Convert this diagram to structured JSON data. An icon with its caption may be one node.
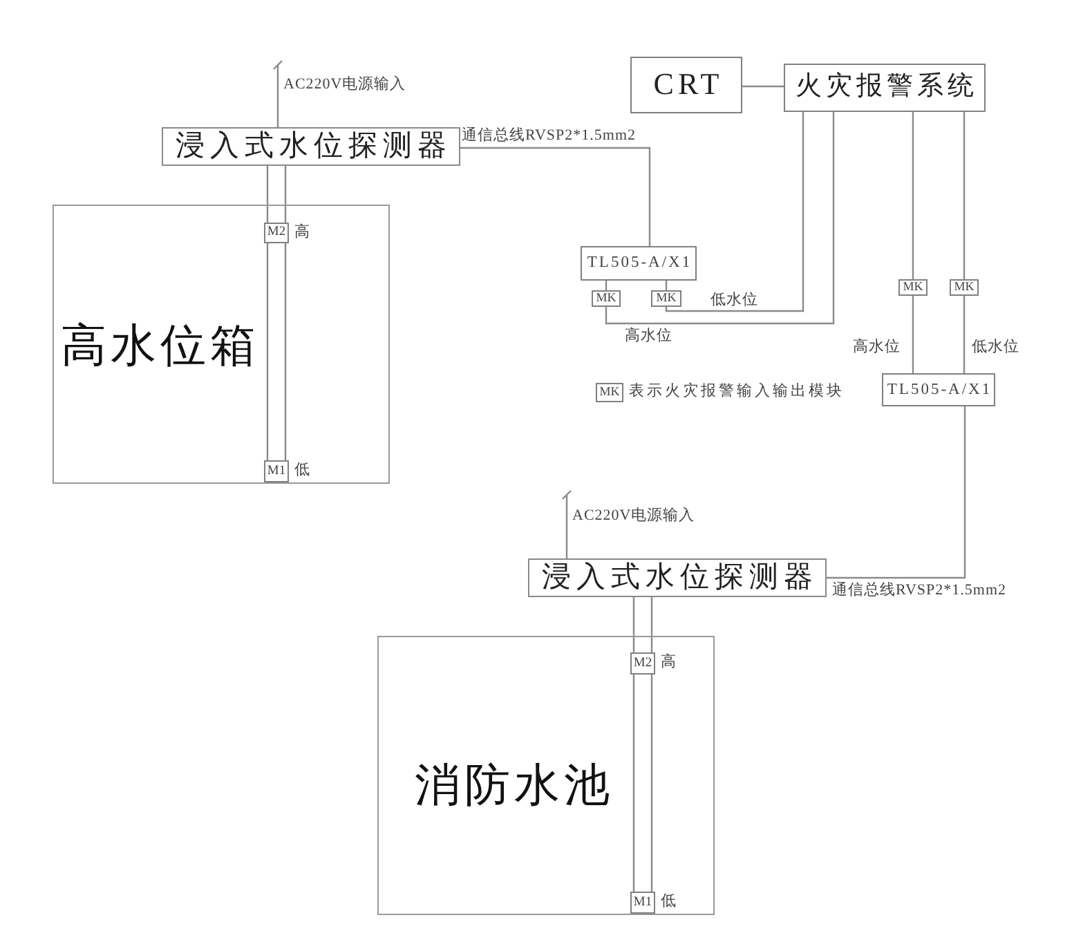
{
  "diagram": {
    "nodes": [
      {
        "text": [
          "CRT"
        ]
      },
      {
        "text": [
          "火灾报警系统"
        ]
      },
      {
        "text": [
          "浸入式水位探测器"
        ]
      },
      {
        "text": [
          "高水位箱"
        ]
      },
      {
        "text": [
          "M2"
        ],
        "in": 3,
        "beside": [
          "高"
        ]
      },
      {
        "text": [
          "M1"
        ],
        "in": 3,
        "beside": [
          "低"
        ]
      },
      {
        "text": [
          "TL505-A/X1"
        ]
      },
      {
        "text": [
          "MK"
        ]
      },
      {
        "text": [
          "MK"
        ]
      },
      {
        "text": [
          "MK"
        ]
      },
      {
        "text": [
          "MK"
        ]
      },
      {
        "text": [
          "TL505-A/X1"
        ]
      },
      {
        "text": [
          "MK"
        ],
        "beside": [
          "表示火灾报警输入输出模块"
        ]
      },
      {
        "text": [
          "浸入式水位探测器"
        ]
      },
      {
        "text": [
          "消防水池"
        ]
      },
      {
        "text": [
          "M2"
        ],
        "in": 14,
        "beside": [
          "高"
        ]
      },
      {
        "text": [
          "M1"
        ],
        "in": 14,
        "beside": [
          "低"
        ]
      }
    ],
    "edges": [
      {
        "from": 0,
        "to": 1,
        "arrow": "none"
      },
      {
        "from": null,
        "to": 2,
        "arrow": "none",
        "label": "AC220V电源输入"
      },
      {
        "from": 2,
        "to": 6,
        "arrow": "none",
        "label": "通信总线RVSP2*1.5mm2"
      },
      {
        "from": 2,
        "to": 4,
        "arrow": "none"
      },
      {
        "from": 4,
        "to": 5,
        "arrow": "none"
      },
      {
        "from": 6,
        "to": 7,
        "arrow": "none"
      },
      {
        "from": 6,
        "to": 8,
        "arrow": "none"
      },
      {
        "from": 8,
        "to": 1,
        "arrow": "none",
        "label": "低水位"
      },
      {
        "from": 7,
        "to": 1,
        "arrow": "none",
        "label": "高水位"
      },
      {
        "from": 1,
        "to": 9,
        "arrow": "none"
      },
      {
        "from": 1,
        "to": 10,
        "arrow": "none"
      },
      {
        "from": 9,
        "to": 11,
        "arrow": "none",
        "label": "高水位"
      },
      {
        "from": 10,
        "to": 11,
        "arrow": "none",
        "label": "低水位"
      },
      {
        "from": 11,
        "to": 13,
        "arrow": "none",
        "label": "通信总线RVSP2*1.5mm2"
      },
      {
        "from": null,
        "to": 13,
        "arrow": "none",
        "label": "AC220V电源输入"
      },
      {
        "from": 13,
        "to": 15,
        "arrow": "none"
      },
      {
        "from": 15,
        "to": 16,
        "arrow": "none"
      }
    ]
  }
}
